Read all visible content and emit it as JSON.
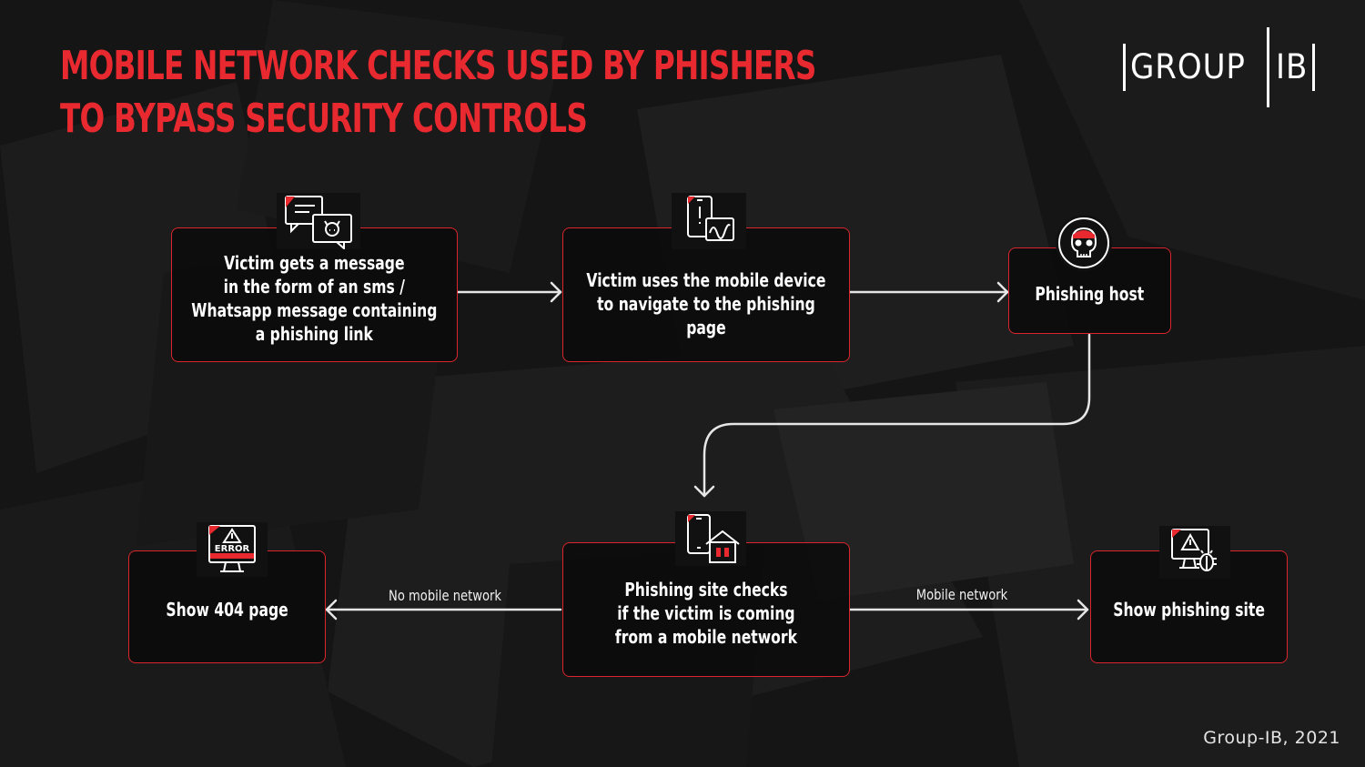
{
  "header": {
    "title_line1": "MOBILE NETWORK CHECKS USED BY PHISHERS",
    "title_line2": "TO BYPASS SECURITY CONTROLS"
  },
  "logo": {
    "left": "GROUP",
    "right": "IB"
  },
  "footer": {
    "credit": "Group-IB, 2021"
  },
  "nodes": {
    "victim_message": {
      "label": "Victim gets a message\nin the form of an sms /\nWhatsapp message containing\na phishing link",
      "icon": "chat-messages-icon"
    },
    "victim_device": {
      "label": "Victim uses the mobile device\nto navigate to the phishing\npage",
      "icon": "mobile-notification-icon"
    },
    "phishing_host": {
      "label": "Phishing host",
      "icon": "skull-icon"
    },
    "site_checks": {
      "label": "Phishing site checks\nif the victim is coming\nfrom a mobile network",
      "icon": "mobile-home-icon"
    },
    "show_404": {
      "label": "Show 404 page",
      "icon": "error-monitor-icon",
      "icon_text": "ERROR"
    },
    "show_phishing": {
      "label": "Show phishing site",
      "icon": "warning-bug-monitor-icon"
    }
  },
  "edges": {
    "no_mobile": "No mobile network",
    "mobile": "Mobile network"
  },
  "colors": {
    "accent": "#e8292f",
    "border": "#d9262c",
    "background": "#161616",
    "text": "#ffffff"
  }
}
